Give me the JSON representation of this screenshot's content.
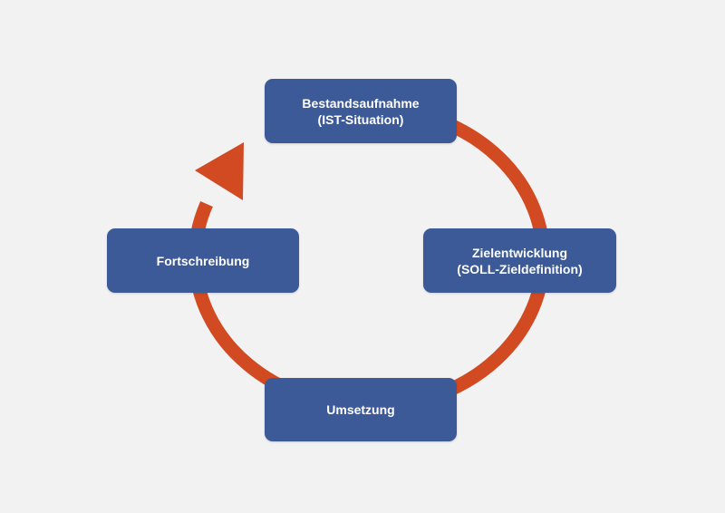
{
  "diagram": {
    "colors": {
      "background": "#f2f2f2",
      "box": "#3c5998",
      "box_text": "#ffffff",
      "arrow": "#d24a22"
    },
    "nodes": {
      "top": {
        "line1": "Bestandsaufnahme",
        "line2": "(IST-Situation)"
      },
      "right": {
        "line1": "Zielentwicklung",
        "line2": "(SOLL-Zieldefinition)"
      },
      "bottom": {
        "line1": "Umsetzung"
      },
      "left": {
        "line1": "Fortschreibung"
      }
    },
    "arrow_direction": "clockwise"
  }
}
